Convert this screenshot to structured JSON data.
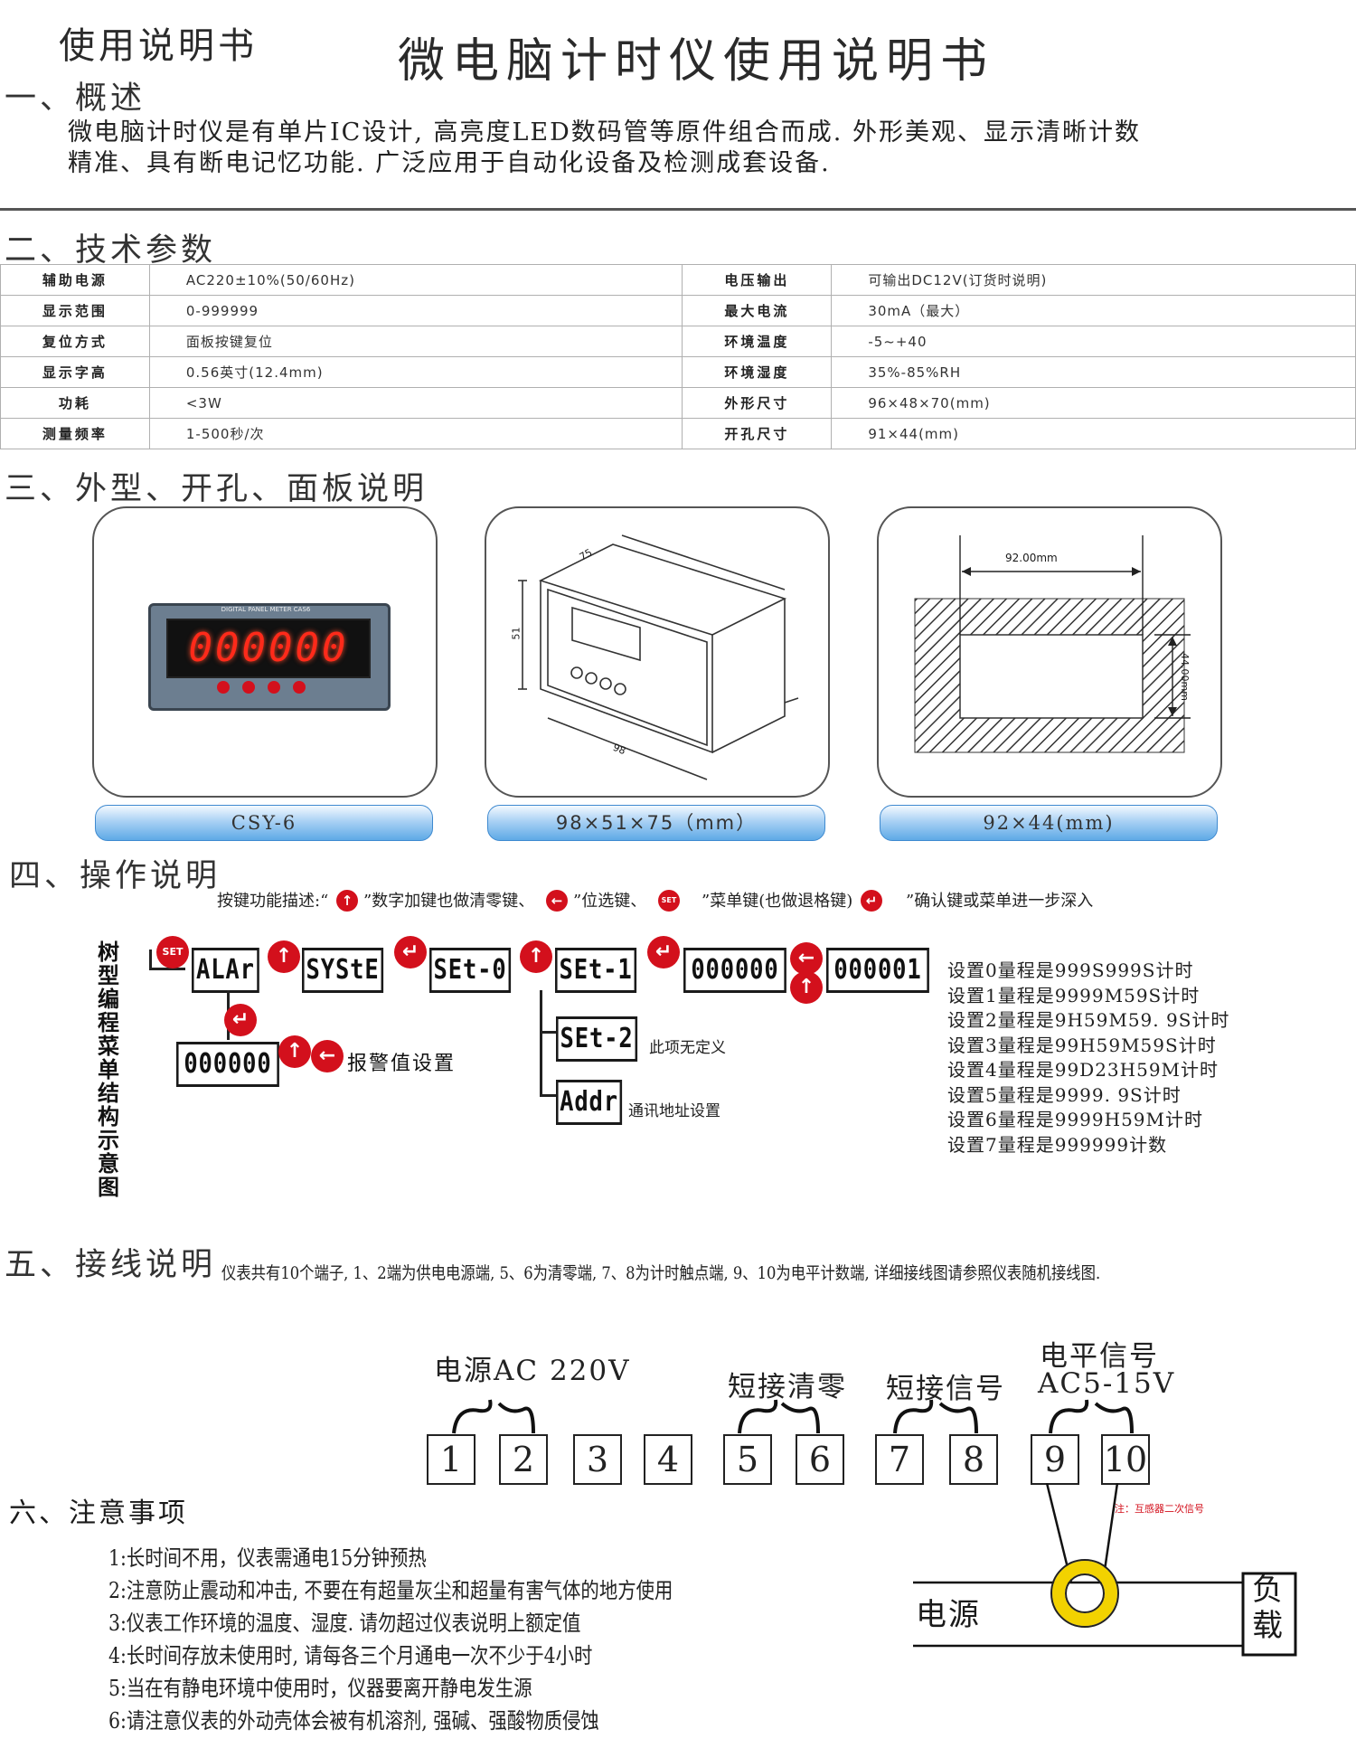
{
  "header": {
    "left_title": "使用说明书",
    "main_title": "微电脑计时仪使用说明书"
  },
  "section1": {
    "title": "一、概述",
    "lines": [
      "微电脑计时仪是有单片IC设计, 高亮度LED数码管等原件组合而成. 外形美观、显示清晰计数",
      "精准、具有断电记忆功能. 广泛应用于自动化设备及检测成套设备."
    ]
  },
  "section2": {
    "title": "二、技术参数",
    "rows": [
      {
        "k1": "辅助电源",
        "v1": "AC220±10%(50/60Hz)",
        "k2": "电压输出",
        "v2": "可输出DC12V(订货时说明)"
      },
      {
        "k1": "显示范围",
        "v1": "0-999999",
        "k2": "最大电流",
        "v2": "30mA（最大）"
      },
      {
        "k1": "复位方式",
        "v1": "面板按键复位",
        "k2": "环境温度",
        "v2": "-5~+40"
      },
      {
        "k1": "显示字高",
        "v1": "0.56英寸(12.4mm)",
        "k2": "环境湿度",
        "v2": "35%-85%RH"
      },
      {
        "k1": "功耗",
        "v1": "<3W",
        "k2": "外形尺寸",
        "v2": "96×48×70(mm)"
      },
      {
        "k1": "测量频率",
        "v1": "1-500秒/次",
        "k2": "开孔尺寸",
        "v2": "91×44(mm)"
      }
    ]
  },
  "section3": {
    "title": "三、外型、开孔、面板说明",
    "panels": [
      {
        "caption": "CSY-6",
        "display": "000000",
        "brand": "DIGITAL PANEL METER CAS6"
      },
      {
        "caption": "98×51×75（mm）",
        "dim_a": "75",
        "dim_b": "51",
        "dim_c": "98"
      },
      {
        "caption": "92×44(mm)",
        "width_label": "92.00mm",
        "height_label": "44.00mm"
      }
    ]
  },
  "section4": {
    "title": "四、操作说明",
    "keys_desc": [
      "按键功能描述:“",
      "”数字加键也做清零键、",
      "”位选键、",
      "”菜单键(也做退格键)",
      "”确认键或菜单进一步深入"
    ],
    "vertical_label": "树型编程菜单结构示意图",
    "menu_key": "SET",
    "menu": {
      "alar": "ALAr",
      "syste": "SYStE",
      "set0": "SEt-0",
      "set1": "SEt-1",
      "val1": "000000",
      "val2": "000001",
      "alarm_val": "000000",
      "set2": "SEt-2",
      "addr": "Addr"
    },
    "notes": {
      "alarm": "报警值设置",
      "set2": "此项无定义",
      "addr": "通讯地址设置"
    },
    "ranges": [
      "设置0量程是999S999S计时",
      "设置1量程是9999M59S计时",
      "设置2量程是9H59M59. 9S计时",
      "设置3量程是99H59M59S计时",
      "设置4量程是99D23H59M计时",
      "设置5量程是9999. 9S计时",
      "设置6量程是9999H59M计时",
      "设置7量程是999999计数"
    ]
  },
  "section5": {
    "title": "五、接线说明",
    "desc": "仪表共有10个端子, 1、2端为供电电源端, 5、6为清零端, 7、8为计时触点端, 9、10为电平计数端, 详细接线图请参照仪表随机接线图.",
    "terminals": [
      "1",
      "2",
      "3",
      "4",
      "5",
      "6",
      "7",
      "8",
      "9",
      "10"
    ],
    "labels": {
      "power": "电源AC 220V",
      "reset": "短接清零",
      "signal": "短接信号",
      "level1": "电平信号",
      "level2": "AC5-15V"
    },
    "transformer_note": "注：互感器二次信号",
    "source": "电源",
    "load": "负载"
  },
  "section6": {
    "title": "六、注意事项",
    "items": [
      "1:长时间不用，仪表需通电15分钟预热",
      "2:注意防止震动和冲击, 不要在有超量灰尘和超量有害气体的地方使用",
      "3:仪表工作环境的温度、湿度. 请勿超过仪表说明上额定值",
      "4:长时间存放未使用时, 请每各三个月通电一次不少于4小时",
      "5:当在有静电环境中使用时，仪器要离开静电发生源",
      "6:请注意仪表的外动壳体会被有机溶剂, 强碱、强酸物质侵蚀"
    ]
  },
  "colors": {
    "key_red": "#d3101c",
    "caption_blue": "#5ea9e6",
    "ring_yellow": "#f2d200",
    "led_red": "#ff2a1a"
  }
}
